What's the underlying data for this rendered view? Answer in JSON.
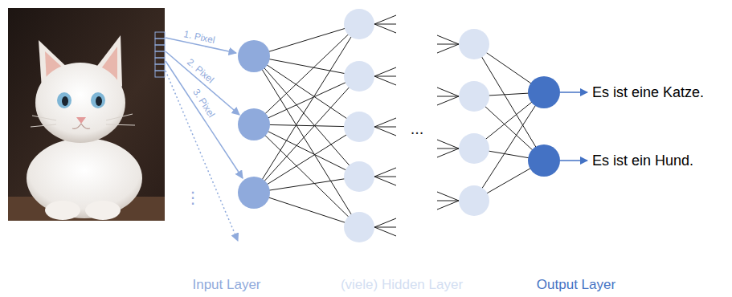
{
  "diagram": {
    "labels": [
      "1. Pixel",
      "2. Pixel",
      "3. Pixel",
      "⋮",
      "...",
      "Es ist eine Katze.",
      "Es ist ein Hund.",
      "Input Layer",
      "(viele) Hidden Layer",
      "Output Layer"
    ]
  }
}
